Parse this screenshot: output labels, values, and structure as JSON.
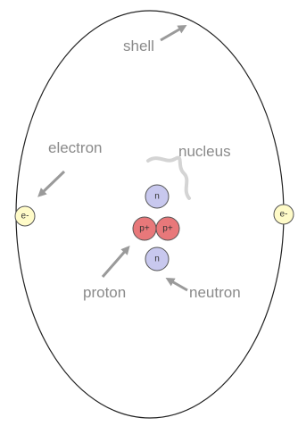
{
  "labels": {
    "shell": "shell",
    "nucleus": "nucleus",
    "electron": "electron",
    "proton": "proton",
    "neutron": "neutron"
  },
  "particles": {
    "electron": "e-",
    "proton": "p+",
    "neutron": "n"
  },
  "colors": {
    "electron_fill": "#fffbc8",
    "proton_fill": "#e8787a",
    "neutron_fill": "#c8c8ee",
    "outline": "#555555",
    "shell_line": "#222222",
    "arrow": "#9a9a9a",
    "label": "#8a8a8a"
  }
}
